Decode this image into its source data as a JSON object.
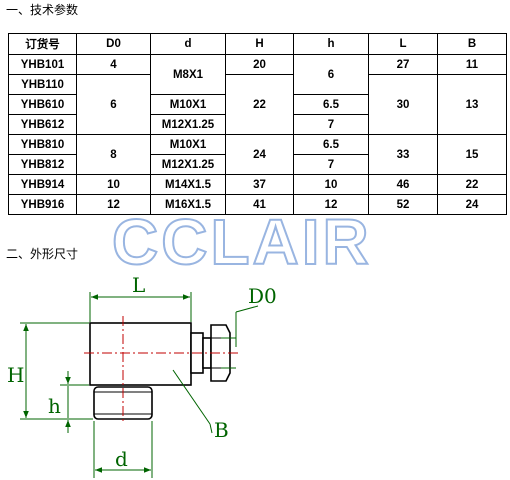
{
  "section1_title": "一、技术参数",
  "section2_title": "二、外形尺寸",
  "watermark": "CCLAIR",
  "table": {
    "headers": [
      "订货号",
      "D0",
      "d",
      "H",
      "h",
      "L",
      "B"
    ],
    "col_model": [
      "YHB101",
      "YHB110",
      "YHB610",
      "YHB612",
      "YHB810",
      "YHB812",
      "YHB914",
      "YHB916"
    ],
    "D0": [
      "4",
      "6",
      "8",
      "10",
      "12"
    ],
    "d": [
      "M8X1",
      "M10X1",
      "M12X1.25",
      "M10X1",
      "M12X1.25",
      "M14X1.5",
      "M16X1.5"
    ],
    "H": [
      "20",
      "22",
      "24",
      "37",
      "41"
    ],
    "h": [
      "6",
      "6.5",
      "7",
      "6.5",
      "7",
      "10",
      "12"
    ],
    "L": [
      "27",
      "30",
      "33",
      "46",
      "52"
    ],
    "B": [
      "11",
      "13",
      "15",
      "22",
      "24"
    ]
  },
  "drawing_labels": {
    "L": "L",
    "D0": "D0",
    "H": "H",
    "h": "h",
    "B": "B",
    "d": "d"
  },
  "colors": {
    "dimension": "#006400",
    "centerline": "#c00000",
    "outline": "#000000"
  }
}
